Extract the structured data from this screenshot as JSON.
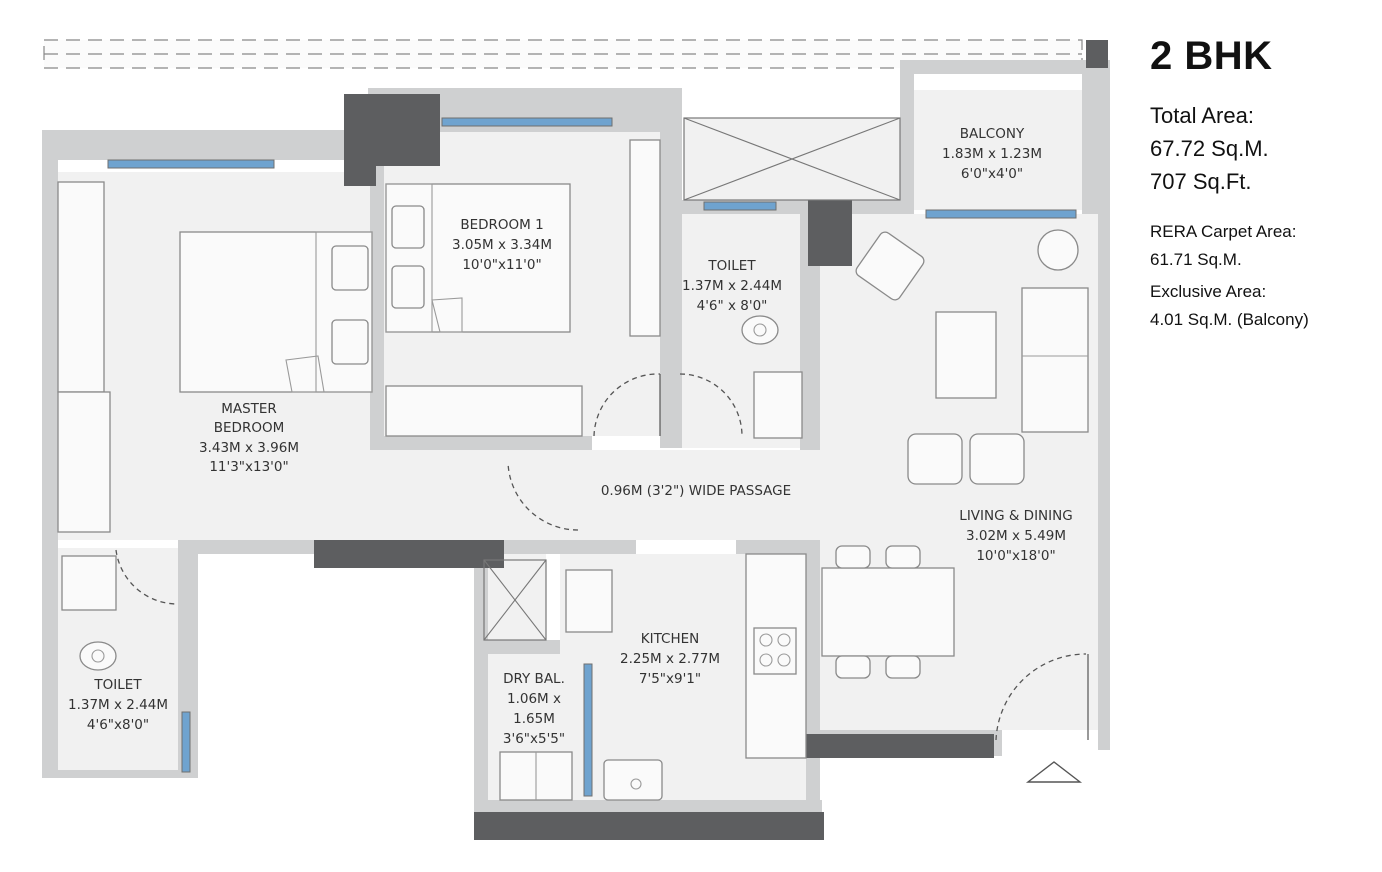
{
  "panel": {
    "title": "2 BHK",
    "total_area_label": "Total Area:",
    "total_area_sqm": "67.72 Sq.M.",
    "total_area_sqft": "707 Sq.Ft.",
    "rera_label": "RERA Carpet Area:",
    "rera_value": "61.71 Sq.M.",
    "exclusive_label": "Exclusive Area:",
    "exclusive_value": "4.01 Sq.M. (Balcony)"
  },
  "rooms": {
    "master_bedroom": {
      "name1": "MASTER",
      "name2": "BEDROOM",
      "metric": "3.43M x 3.96M",
      "imperial": "11'3\"x13'0\""
    },
    "bedroom1": {
      "name": "BEDROOM 1",
      "metric": "3.05M x 3.34M",
      "imperial": "10'0\"x11'0\""
    },
    "toilet_top": {
      "name": "TOILET",
      "metric": "1.37M x 2.44M",
      "imperial": "4'6\" x 8'0\""
    },
    "balcony": {
      "name": "BALCONY",
      "metric": "1.83M x 1.23M",
      "imperial": "6'0\"x4'0\""
    },
    "passage": {
      "text": "0.96M (3'2\") WIDE PASSAGE"
    },
    "living_dining": {
      "name": "LIVING & DINING",
      "metric": "3.02M x 5.49M",
      "imperial": "10'0\"x18'0\""
    },
    "kitchen": {
      "name": "KITCHEN",
      "metric": "2.25M x 2.77M",
      "imperial": "7'5\"x9'1\""
    },
    "dry_balcony": {
      "name": "DRY BAL.",
      "metric1": "1.06M x",
      "metric2": "1.65M",
      "imperial": "3'6\"x5'5\""
    },
    "toilet_bottom": {
      "name": "TOILET",
      "metric": "1.37M x 2.44M",
      "imperial": "4'6\"x8'0\""
    }
  },
  "icons": {
    "entrance": "entrance-triangle-icon"
  }
}
